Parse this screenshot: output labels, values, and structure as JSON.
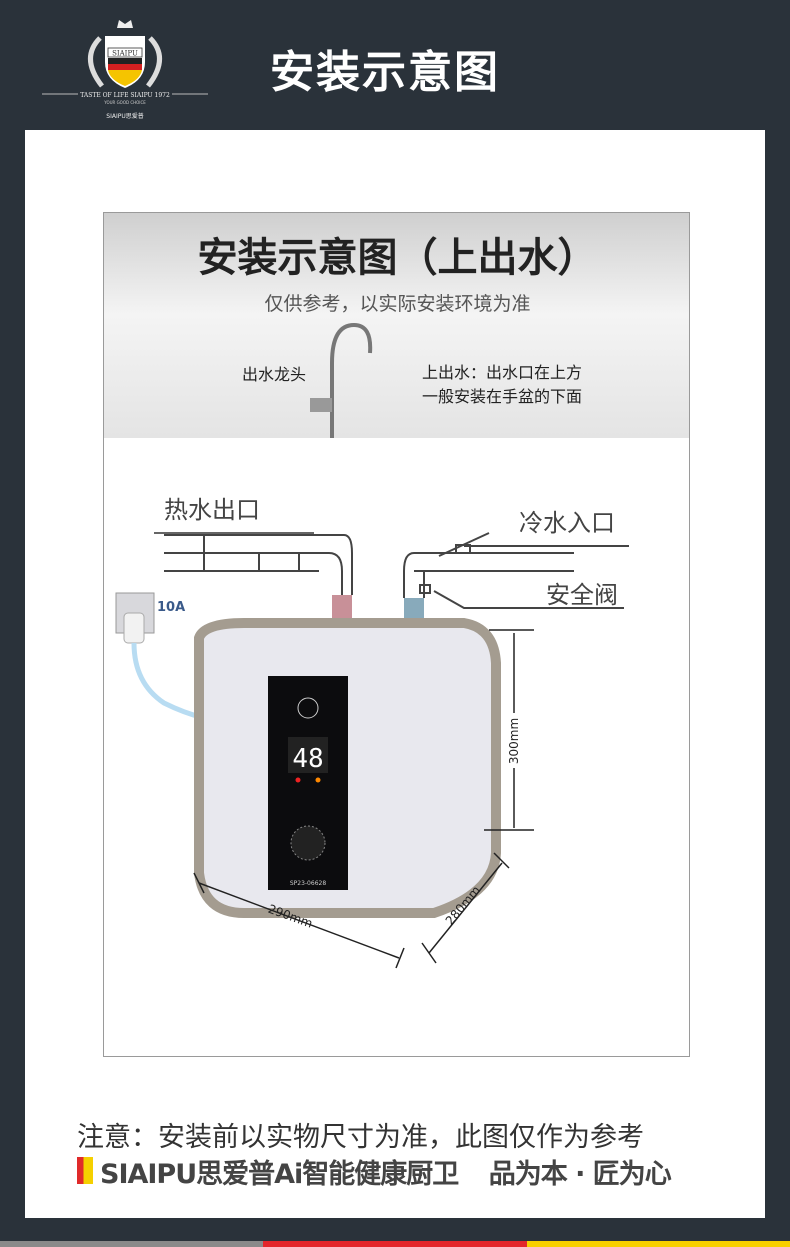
{
  "header": {
    "title": "安装示意图",
    "logo": {
      "brand": "SIAIPU",
      "tagline": "TASTE OF LIFE SIAIPU 1972",
      "sub_tagline": "YOUR GOOD CHOICE",
      "small_brand": "SIAIPU思爱普"
    }
  },
  "diagram": {
    "title": "安装示意图（上出水）",
    "subtitle": "仅供参考，以实际安装环境为准",
    "faucet_label": "出水龙头",
    "top_outlet_line1": "上出水：出水口在上方",
    "top_outlet_line2": "一般安装在手盆的下面",
    "hot_outlet": "热水出口",
    "cold_inlet": "冷水入口",
    "safety_valve": "安全阀",
    "socket_rating": "10A",
    "display_value": "48",
    "model": "SP23-06628",
    "height_dim": "300mm",
    "width_dim": "290mm",
    "depth_dim": "280mm"
  },
  "footer": {
    "note": "注意：安装前以实物尺寸为准，此图仅作为参考",
    "brand_line": "SIAIPU思爱普Ai智能健康厨卫",
    "slogan": "品为本 · 匠为心"
  },
  "colors": {
    "background": "#2a323a",
    "stripe_gray": "#8a8a8a",
    "stripe_red": "#e3262b",
    "stripe_yellow": "#f7d000"
  }
}
